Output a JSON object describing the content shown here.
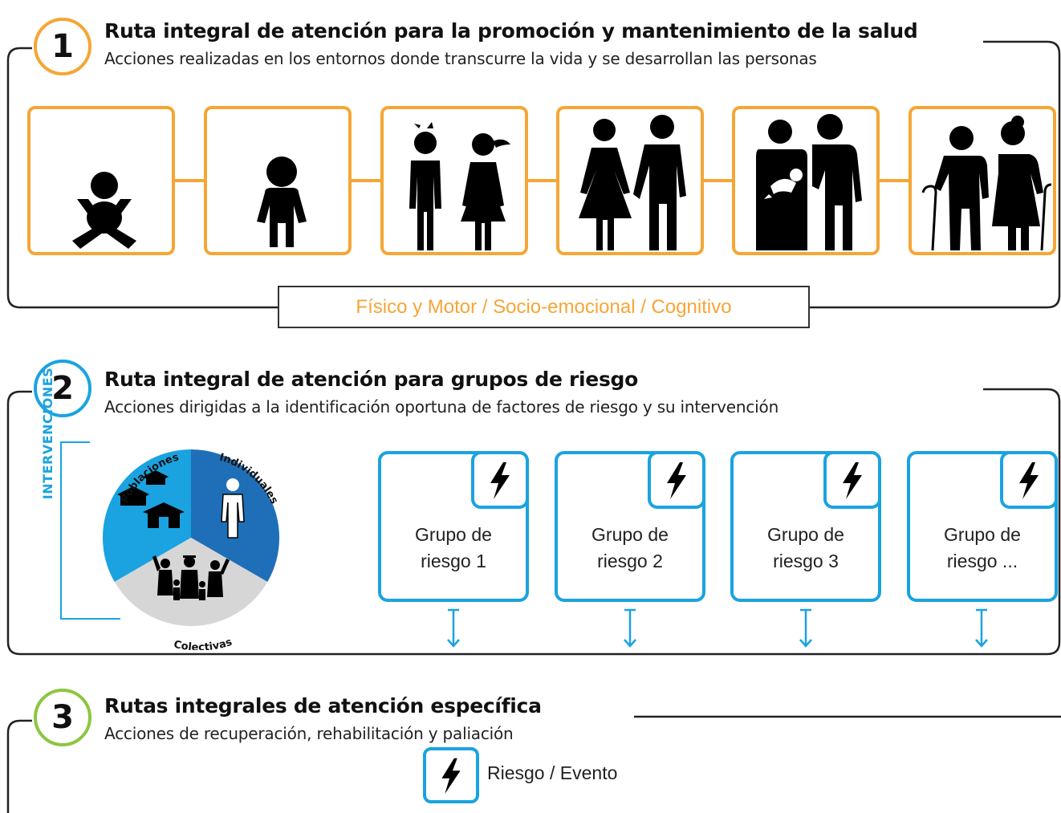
{
  "colors": {
    "orange": "#f5a635",
    "blue": "#1aa3e0",
    "dark_blue": "#1f6fb8",
    "light_gray": "#d6d6d6",
    "green": "#8cc63f"
  },
  "section1": {
    "number": "1",
    "title": "Ruta integral de atención para la promoción y mantenimiento de la salud",
    "subtitle": "Acciones realizadas en los entornos donde transcurre la vida y se desarrollan las personas",
    "life_stages": [
      {
        "icon": "baby-icon"
      },
      {
        "icon": "child-icon"
      },
      {
        "icon": "adolescents-icon"
      },
      {
        "icon": "young-adults-icon"
      },
      {
        "icon": "adults-icon"
      },
      {
        "icon": "elderly-icon"
      }
    ],
    "dimensions": "Físico y Motor / Socio-emocional / Cognitivo"
  },
  "section2": {
    "number": "2",
    "title": "Ruta integral de atención para grupos de riesgo",
    "subtitle": "Acciones dirigidas a la identificación oportuna de factores de riesgo y su intervención",
    "interventions_label": "INTERVENCIONES",
    "pie_labels": {
      "populations": "Poblaciones",
      "individual": "Individuales",
      "collective": "Colectivas"
    },
    "risk_groups": [
      {
        "line1": "Grupo de",
        "line2": "riesgo 1"
      },
      {
        "line1": "Grupo de",
        "line2": "riesgo 2"
      },
      {
        "line1": "Grupo de",
        "line2": "riesgo 3"
      },
      {
        "line1": "Grupo de",
        "line2": "riesgo ..."
      }
    ]
  },
  "section3": {
    "number": "3",
    "title": "Rutas integrales de atención específica",
    "subtitle": "Acciones de recuperación, rehabilitación y paliación",
    "legend_label": "Riesgo / Evento"
  }
}
